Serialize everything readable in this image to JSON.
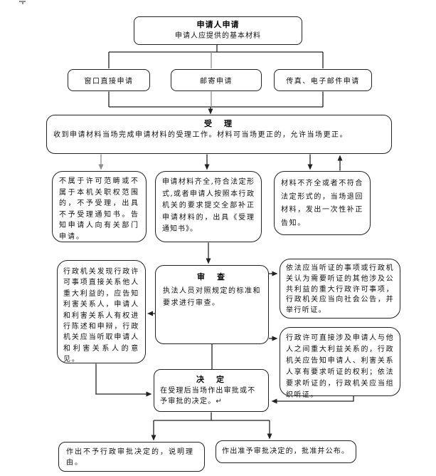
{
  "page": {
    "background": "#ffffff"
  },
  "colors": {
    "line": "#222222",
    "muted_line": "#8c8c8c",
    "box_border": "#222222"
  },
  "nodes": {
    "applicant": {
      "title": "申请人申请",
      "subtitle": "申请人应提供的基本材料"
    },
    "apply_window": {
      "label": "窗口直接申请"
    },
    "apply_mail": {
      "label": "邮寄申请"
    },
    "apply_fax": {
      "label": "传真、电子邮件申请"
    },
    "accept": {
      "title": "受　理",
      "body": "收到申请材料当场完成申请材料的受理工作。材料可当场更正的，允许当场更正。"
    },
    "not_accepted": {
      "body": "不属于许可范畴或不属于本机关职权范围的，不予受理，出具不予受理通知书。告知申请人向有关部门申请。"
    },
    "accepted": {
      "body": "申请材料齐全,符合法定形式,或者申请人按照本行政机关的要求提交全部补正申请材料的，出具《受理通知书》。"
    },
    "returned": {
      "body": "材料不齐全或者不符合法定形式的，当场退回材料，发出一次性补正告知。"
    },
    "review": {
      "title": "审　查",
      "body": "执法人员对照规定的标准和要求进行审查。"
    },
    "stakeholder_note": {
      "body": "行政机关发现行政许可事项直接关系他人重大利益的，应告知利害关系人，申请人和利害关系人有权进行陈述和申辩，行政机关应当听取申请人和利害关系人的意见。"
    },
    "hearing_public_note": {
      "body": "依法应当听证的事项或行政机关认为需要听证的其他涉及公共利益的重大行政许可事项，行政机关应当向社会公告，并举行听证。"
    },
    "hearing_rights_note": {
      "body": "行政许可直接涉及申请人与他人之间重大利益关系的，行政机关应告知申请人、利害关系人享有要求听证的权利；依法要求听证的，行政机关应当组织听证。"
    },
    "decide": {
      "title": "决　定",
      "body": "在受理后当场作出审批或不予审批的决定。↵"
    },
    "reject_result": {
      "body": "作出不予行政审批决定的，说明理由。"
    },
    "approve_result": {
      "body": "作出准予审批决定的，批准并公布。"
    }
  }
}
